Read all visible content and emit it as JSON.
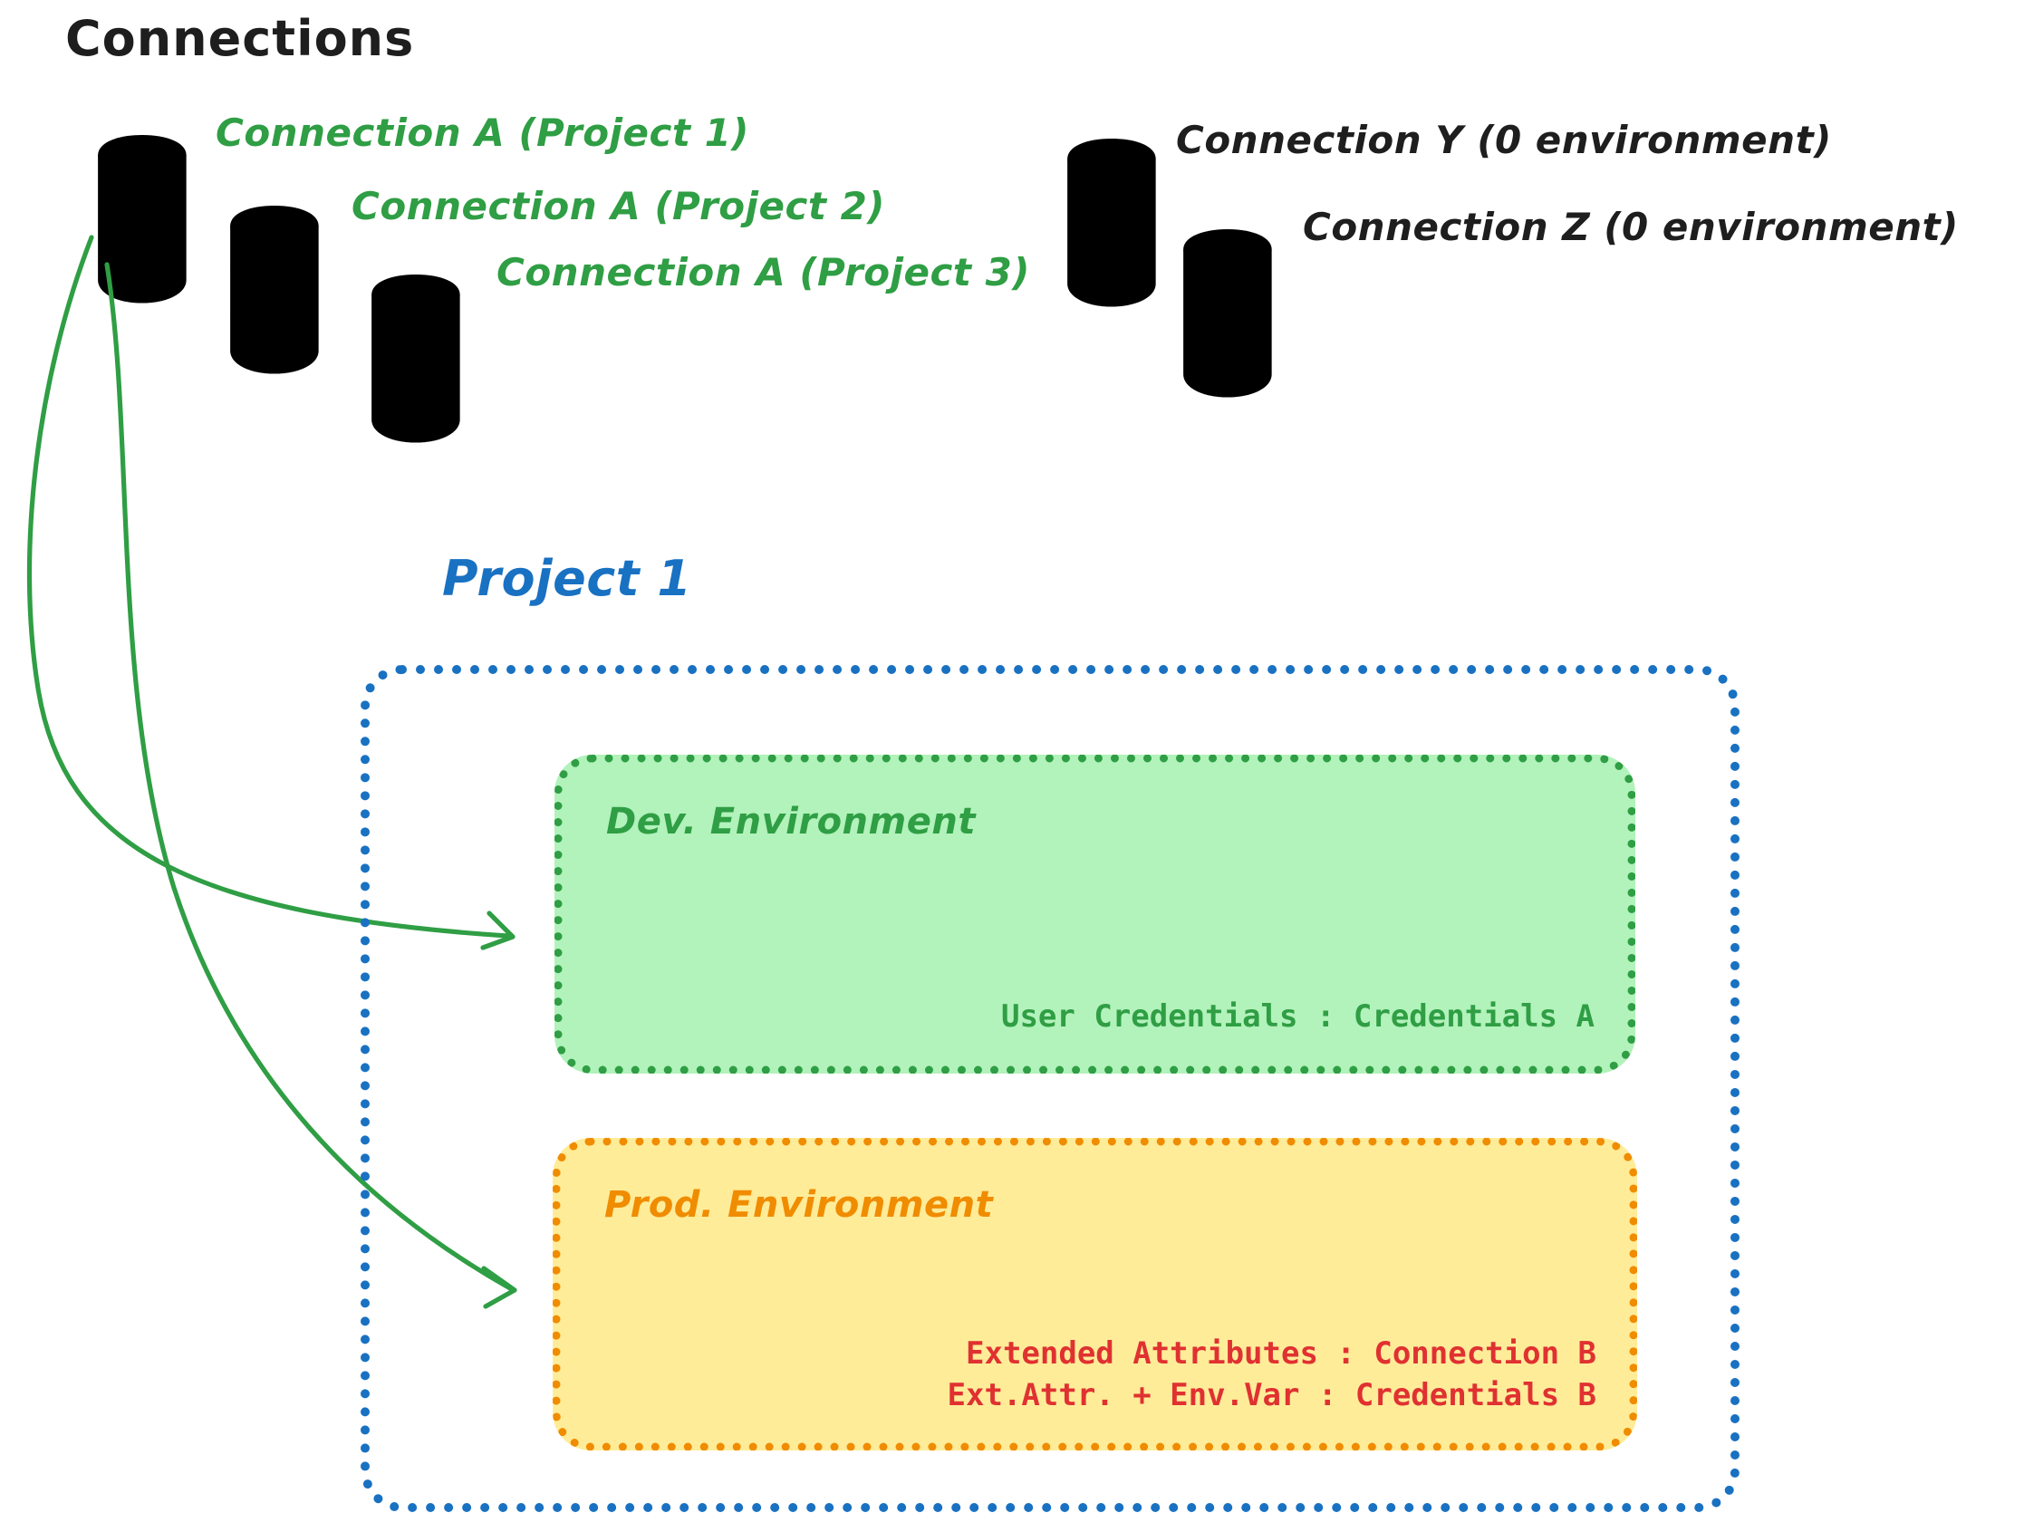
{
  "page": {
    "title": "Connections",
    "background_color": "#ffffff"
  },
  "colors": {
    "green_stroke": "#2f9e44",
    "green_fill": "#b2f2bb",
    "gray_stroke": "#1e1e1e",
    "gray_fill": "#ced4da",
    "blue": "#1971c2",
    "orange_stroke": "#f08c00",
    "orange_fill": "#ffec99",
    "red_text": "#e03131",
    "black_text": "#1e1e1e"
  },
  "connections": {
    "heading": "Connections",
    "green_items": [
      {
        "label": "Connection A (Project 1)",
        "icon": "database-icon",
        "color": "#2f9e44"
      },
      {
        "label": "Connection A (Project 2)",
        "icon": "database-icon",
        "color": "#2f9e44"
      },
      {
        "label": "Connection A (Project 3)",
        "icon": "database-icon",
        "color": "#2f9e44"
      }
    ],
    "gray_items": [
      {
        "label": "Connection Y (0 environment)",
        "icon": "database-icon",
        "color": "#1e1e1e"
      },
      {
        "label": "Connection Z (0 environment)",
        "icon": "database-icon",
        "color": "#1e1e1e"
      }
    ]
  },
  "project": {
    "title": "Project 1",
    "environments": [
      {
        "name": "Dev. Environment",
        "accent": "#2f9e44",
        "fill": "#b2f2bb",
        "details": "User Credentials : Credentials A"
      },
      {
        "name": "Prod. Environment",
        "accent": "#f08c00",
        "fill": "#ffec99",
        "details_line_1": "Extended Attributes : Connection B",
        "details_line_2": "Ext.Attr. + Env.Var : Credentials B",
        "details": "Extended Attributes : Connection B\nExt.Attr. + Env.Var : Credentials B"
      }
    ]
  },
  "arrows": [
    {
      "name": "arrow-connection-a-to-dev",
      "from": "Connection A (Project 1)",
      "to": "Dev. Environment",
      "color": "#2f9e44"
    },
    {
      "name": "arrow-connection-a-to-prod",
      "from": "Connection A (Project 1)",
      "to": "Prod. Environment",
      "color": "#2f9e44"
    }
  ]
}
